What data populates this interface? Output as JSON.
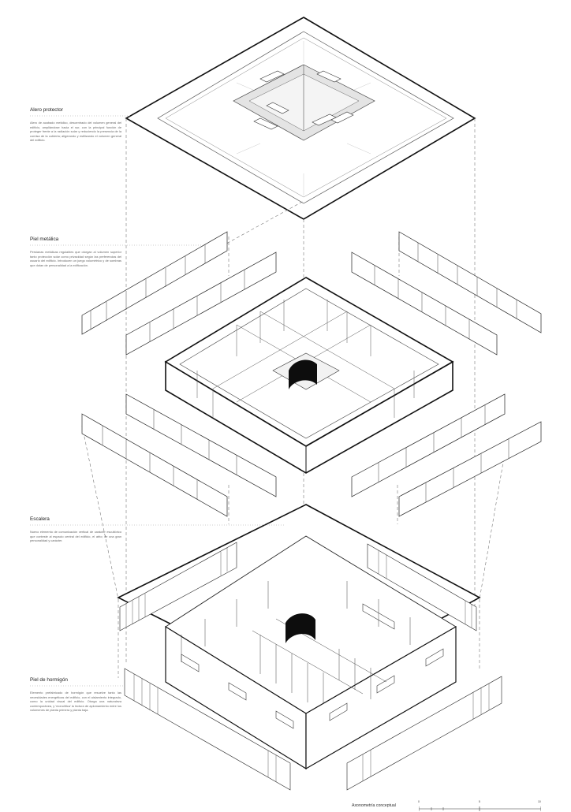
{
  "annotations": [
    {
      "title": "Alero protector",
      "body": "Alero de acabado metálico, descentrado del volumen general del edificio, ampliándose hacia el sur, con la principal función de proteger frente a la radiación solar y reduciendo la presencia de la cornisa de la cubierta; aligerando y estilizando el volumen general del edificio."
    },
    {
      "title": "Piel metálica",
      "body": "Persianas metálicas regulables que otorgan al volumen superior tanto protección solar como privacidad según las preferencias del usuario del edificio. Introducen un juego volumétrico y de sombras que dotan de personalidad a la edificación."
    },
    {
      "title": "Escalera",
      "body": "Nuevo elemento de comunicación vertical de carácter escultórico que conteste al espacio central del edificio, el atrio; de una gran personalidad y carácter."
    },
    {
      "title": "Piel de hormigón",
      "body": "Elemento prefabricado de hormigón que resuelve tanto las necesidades energéticas del edificio, con el aislamiento integrado, como la unidad visual del edificio. Otorga una naturaleza contemporánea, y 'monolítica' la lectura de aplomamiento entre los volúmenes de planta primera y planta baja."
    }
  ],
  "caption": "Axonometría conceptual",
  "scale": {
    "ticks": [
      "0",
      "5",
      "10"
    ]
  },
  "colors": {
    "ink": "#111111",
    "fill": "#ffffff",
    "shade": "#e9e9e9",
    "stair": "#0d0d0d"
  }
}
